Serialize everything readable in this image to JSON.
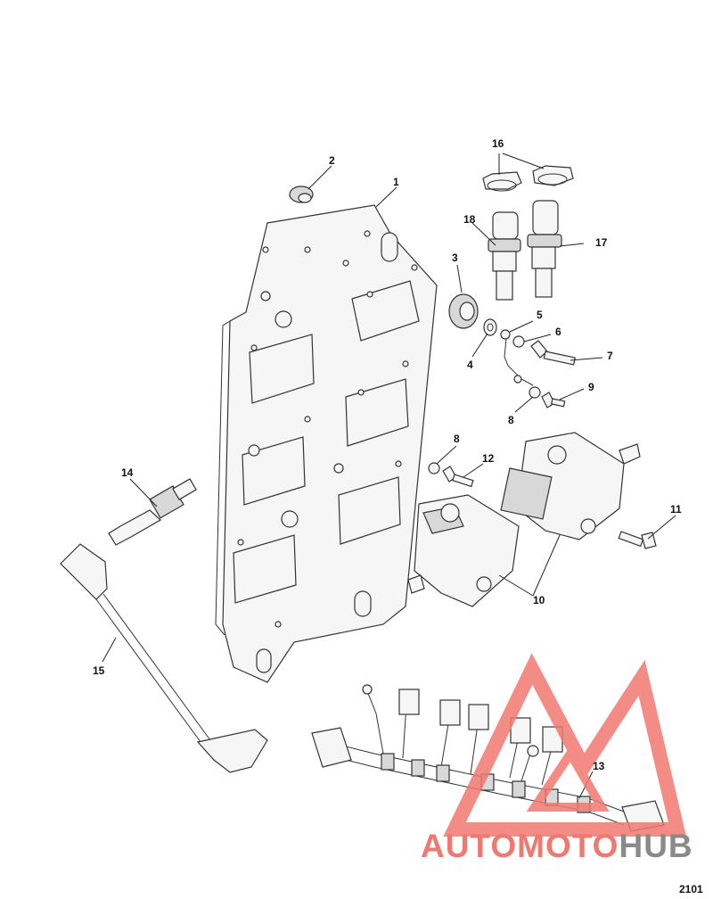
{
  "labels": [
    {
      "id": "1",
      "text": "1"
    },
    {
      "id": "2",
      "text": "2"
    },
    {
      "id": "3",
      "text": "3"
    },
    {
      "id": "4",
      "text": "4"
    },
    {
      "id": "5",
      "text": "5"
    },
    {
      "id": "6",
      "text": "6"
    },
    {
      "id": "7",
      "text": "7"
    },
    {
      "id": "8a",
      "text": "8"
    },
    {
      "id": "8b",
      "text": "8"
    },
    {
      "id": "9",
      "text": "9"
    },
    {
      "id": "10",
      "text": "10"
    },
    {
      "id": "11",
      "text": "11"
    },
    {
      "id": "12",
      "text": "12"
    },
    {
      "id": "13",
      "text": "13"
    },
    {
      "id": "14",
      "text": "14"
    },
    {
      "id": "15",
      "text": "15"
    },
    {
      "id": "16",
      "text": "16"
    },
    {
      "id": "17",
      "text": "17"
    },
    {
      "id": "18",
      "text": "18"
    }
  ],
  "diagram_code": "2101",
  "watermark": {
    "part1": "AUTOMOTO",
    "part2": "HUB",
    "color_main": "#f07870",
    "color_hub": "#8a8a8a"
  }
}
